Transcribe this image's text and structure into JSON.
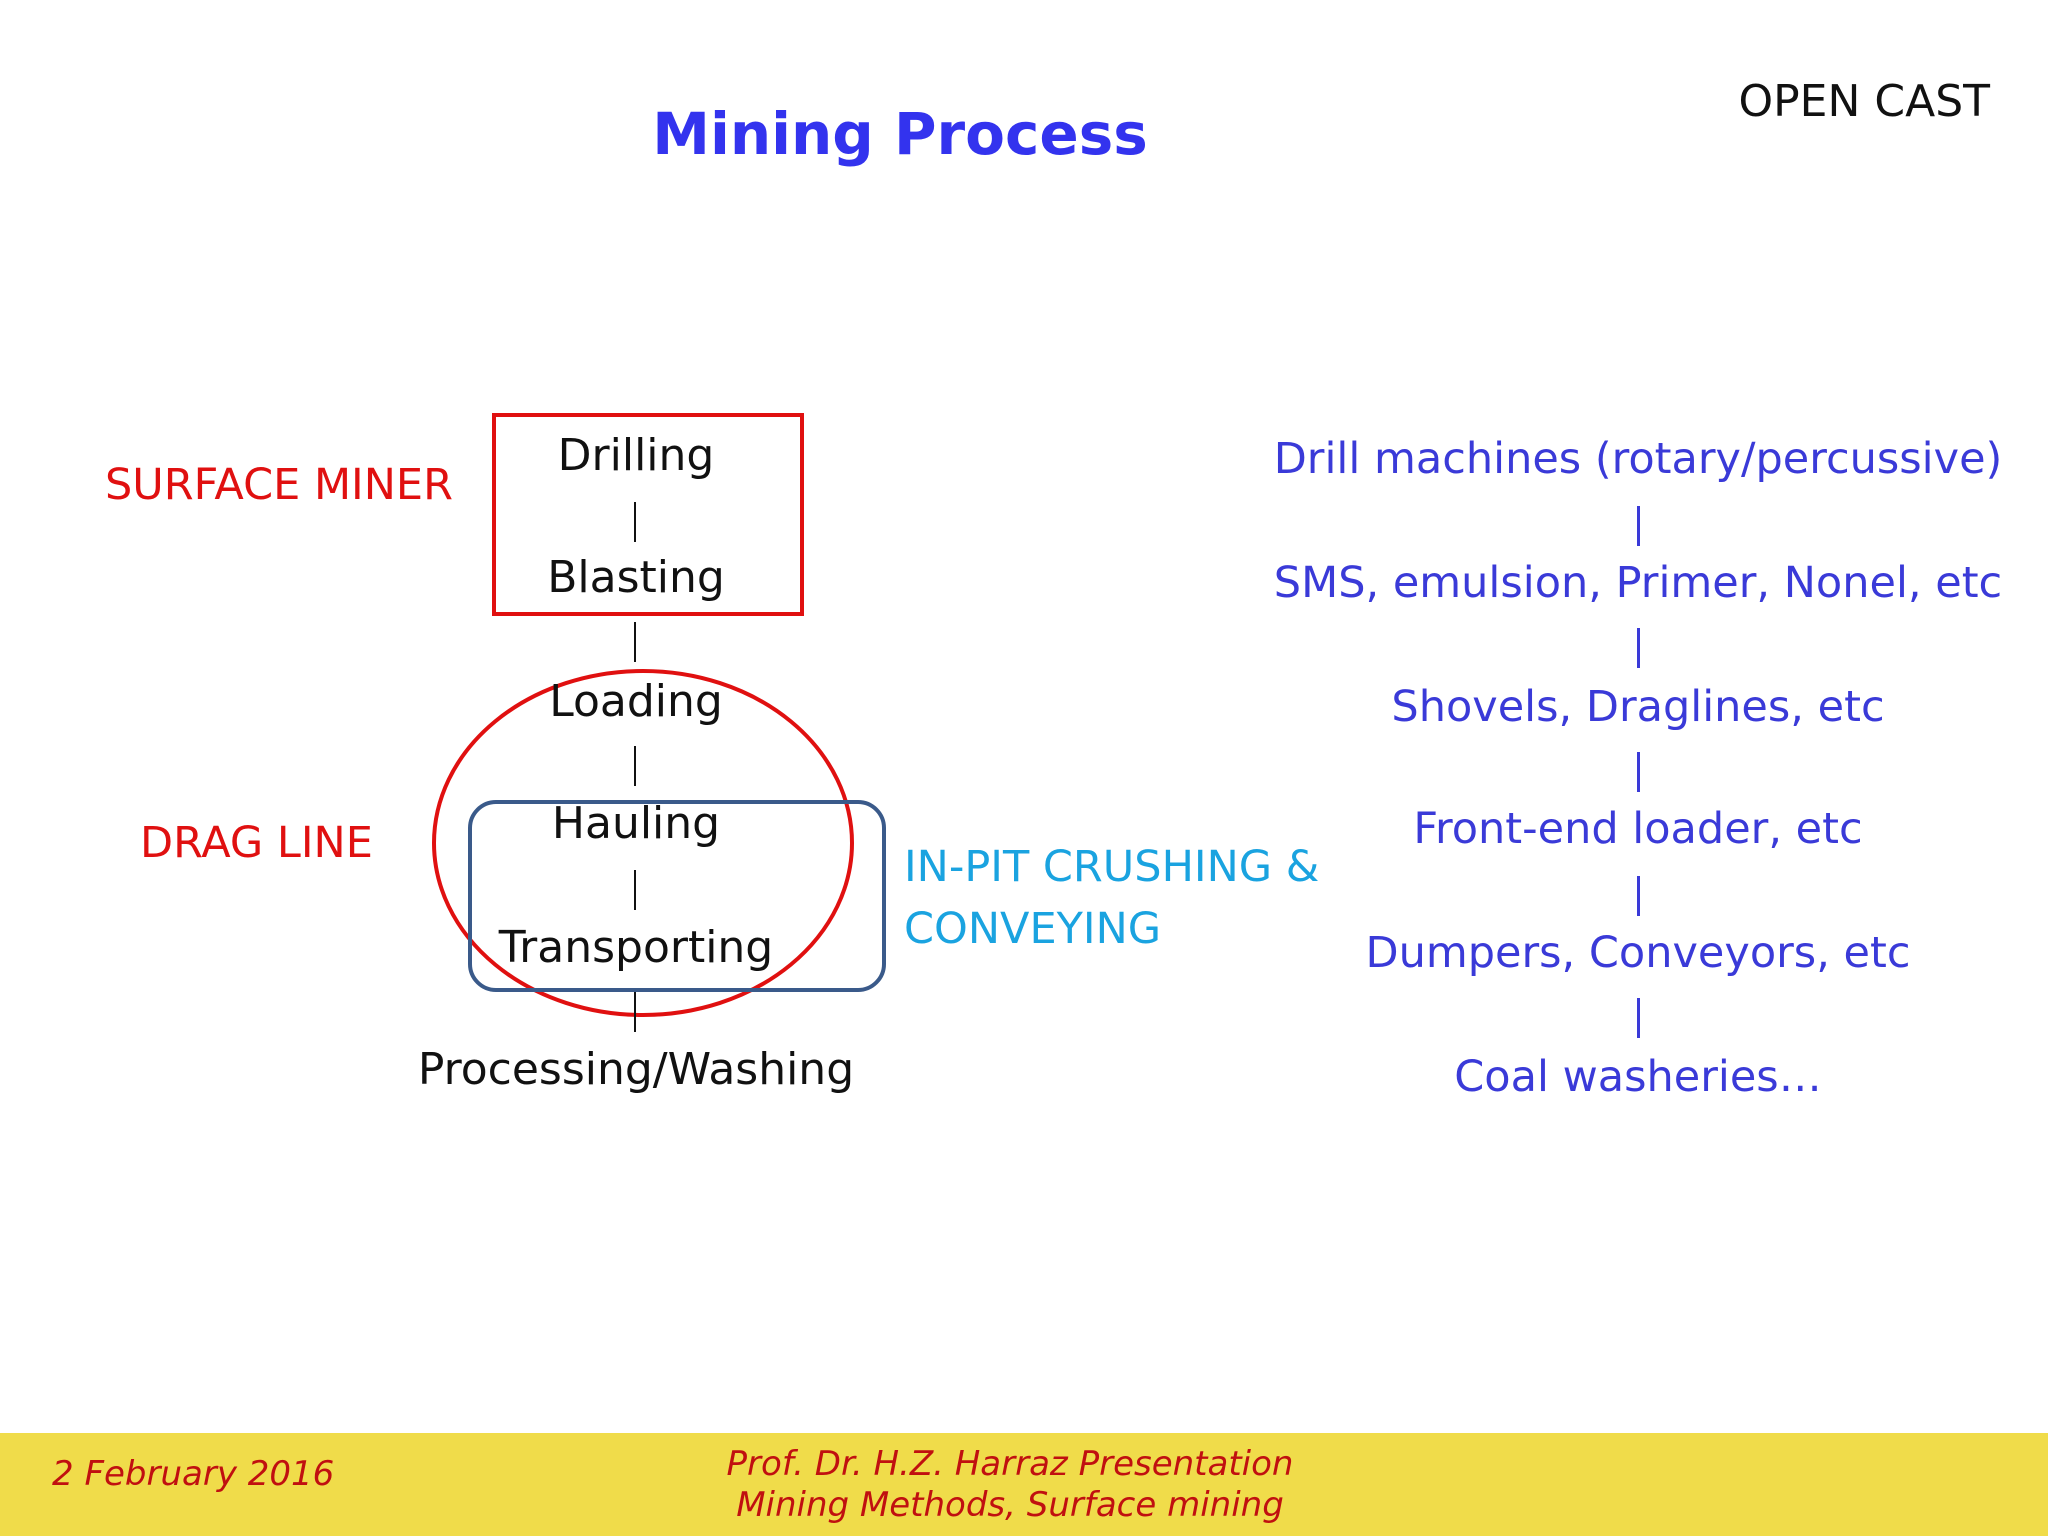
{
  "slide": {
    "title": "Mining Process",
    "corner_label": "OPEN CAST"
  },
  "process_steps": [
    "Drilling",
    "Blasting",
    "Loading",
    "Hauling",
    "Transporting",
    "Processing/Washing"
  ],
  "equipment": [
    "Drill machines (rotary/percussive)",
    "SMS, emulsion, Primer, Nonel, etc",
    "Shovels, Draglines, etc",
    "Front-end loader, etc",
    "Dumpers, Conveyors, etc",
    "Coal washeries…"
  ],
  "annotations": {
    "surface_miner": "SURFACE MINER",
    "drag_line": "DRAG LINE",
    "in_pit_line1": "IN-PIT CRUSHING &",
    "in_pit_line2": "CONVEYING"
  },
  "footer": {
    "date": "2 February 2016",
    "line1": "Prof. Dr. H.Z. Harraz Presentation",
    "line2": "Mining Methods, Surface mining"
  },
  "colors": {
    "title": "#3333ee",
    "red_annotation": "#e01010",
    "cyan_annotation": "#1aa3e0",
    "equipment_text": "#3a3ad8",
    "rounded_box": "#3a5a8a",
    "footer_bg": "#f0dc4a",
    "footer_text": "#c01010"
  }
}
